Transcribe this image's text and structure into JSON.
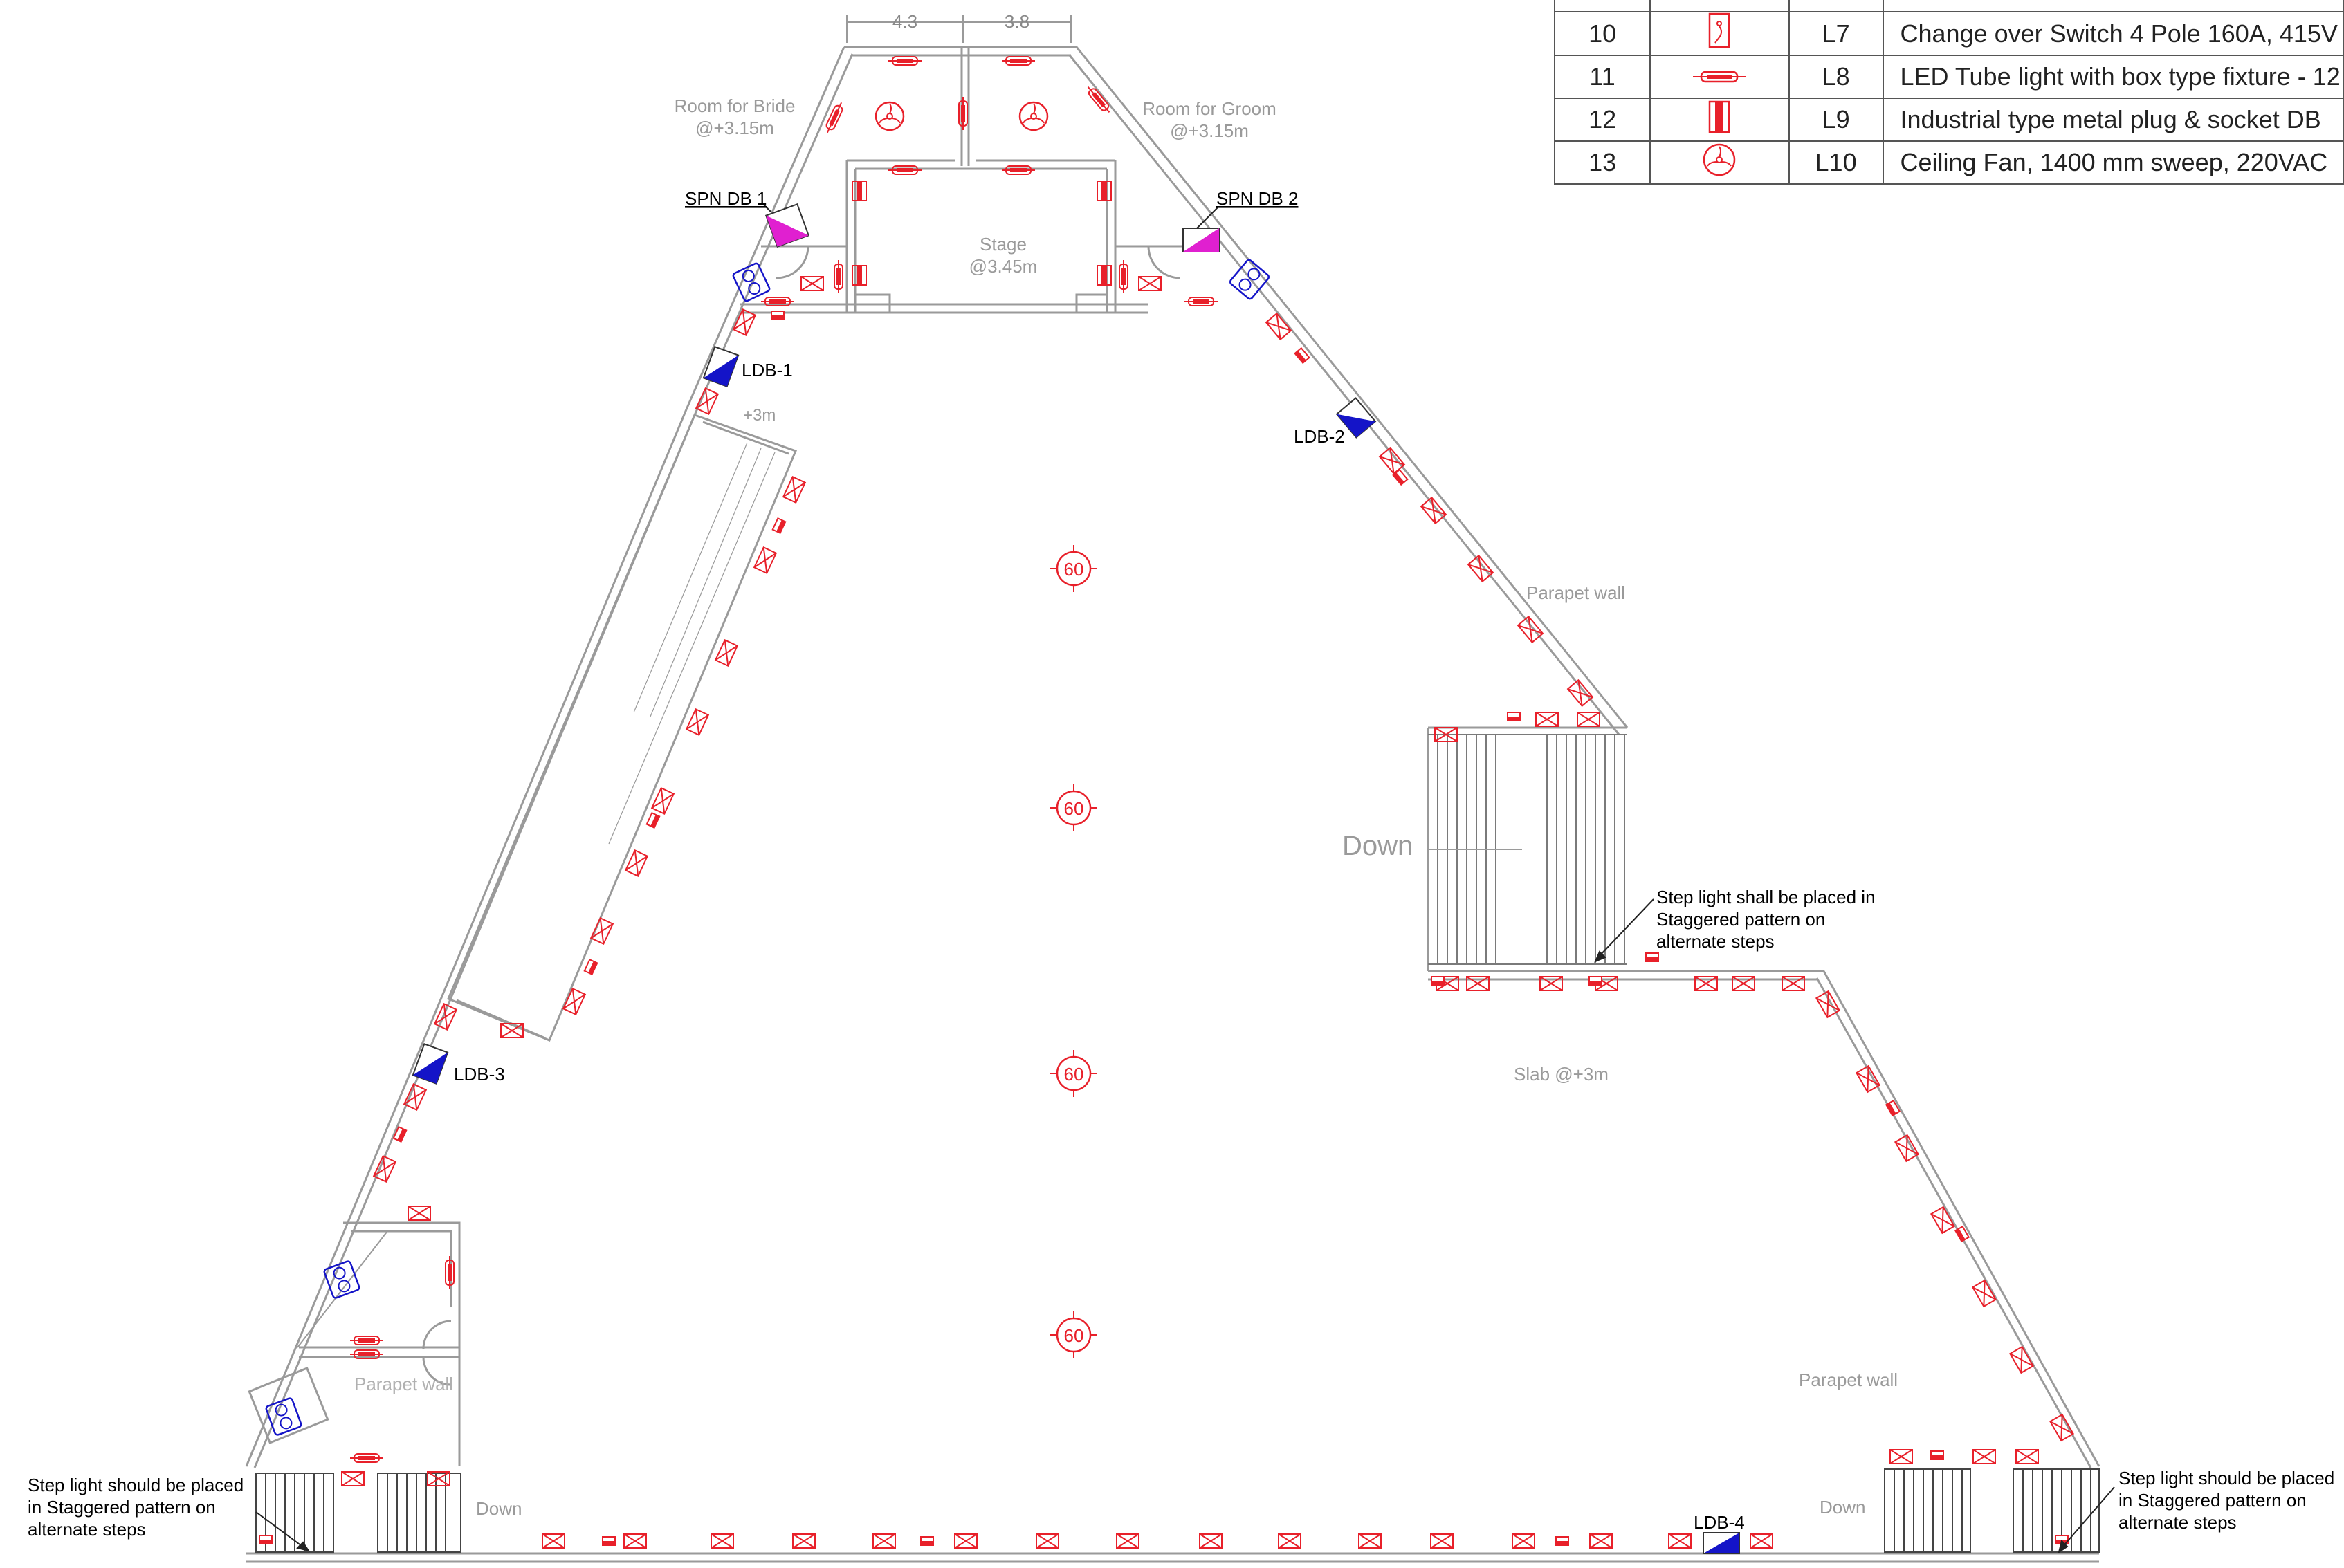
{
  "legend": {
    "rows": [
      {
        "no": "10",
        "symbol": "changeover-switch-icon",
        "code": "L7",
        "description": "Change over Switch 4 Pole 160A, 415V"
      },
      {
        "no": "11",
        "symbol": "led-tube-light-icon",
        "code": "L8",
        "description": "LED Tube light with box type fixture - 12"
      },
      {
        "no": "12",
        "symbol": "industrial-socket-icon",
        "code": "L9",
        "description": "Industrial type metal plug & socket DB"
      },
      {
        "no": "13",
        "symbol": "ceiling-fan-icon",
        "code": "L10",
        "description": "Ceiling Fan, 1400 mm sweep, 220VAC"
      }
    ]
  },
  "dimensions": {
    "left": "4.3",
    "right": "3.8"
  },
  "rooms": {
    "bride": {
      "name": "Room for Bride",
      "level": "@+3.15m"
    },
    "groom": {
      "name": "Room for Groom",
      "level": "@+3.15m"
    },
    "stage": {
      "name": "Stage",
      "level": "@3.45m"
    }
  },
  "panels": {
    "spn1": "SPN DB 1",
    "spn2": "SPN DB 2",
    "ldb1": "LDB-1",
    "ldb2": "LDB-2",
    "ldb3": "LDB-3",
    "ldb4": "LDB-4"
  },
  "labels": {
    "ramp_level": "+3m",
    "parapet_right": "Parapet wall",
    "parapet_left": "Parapet wall",
    "parapet_bottom_right": "Parapet wall",
    "slab": "Slab @+3m",
    "down_main": "Down",
    "down_left": "Down",
    "down_right": "Down"
  },
  "fixtures": {
    "flood_rating": "60"
  },
  "notes": {
    "center_steps": [
      "Step light shall be placed in",
      "Staggered pattern on",
      "alternate steps"
    ],
    "left_steps": [
      "Step light should be placed",
      "in Staggered pattern on",
      "alternate steps"
    ],
    "right_steps": [
      "Step light should be placed",
      "in Staggered pattern on",
      "alternate steps"
    ]
  },
  "colors": {
    "wall": "#9a9a9a",
    "fixture": "#e8202a",
    "panel_blue": "#1414c8",
    "panel_magenta": "#e020d0",
    "text_grey": "#9a9a9a"
  }
}
